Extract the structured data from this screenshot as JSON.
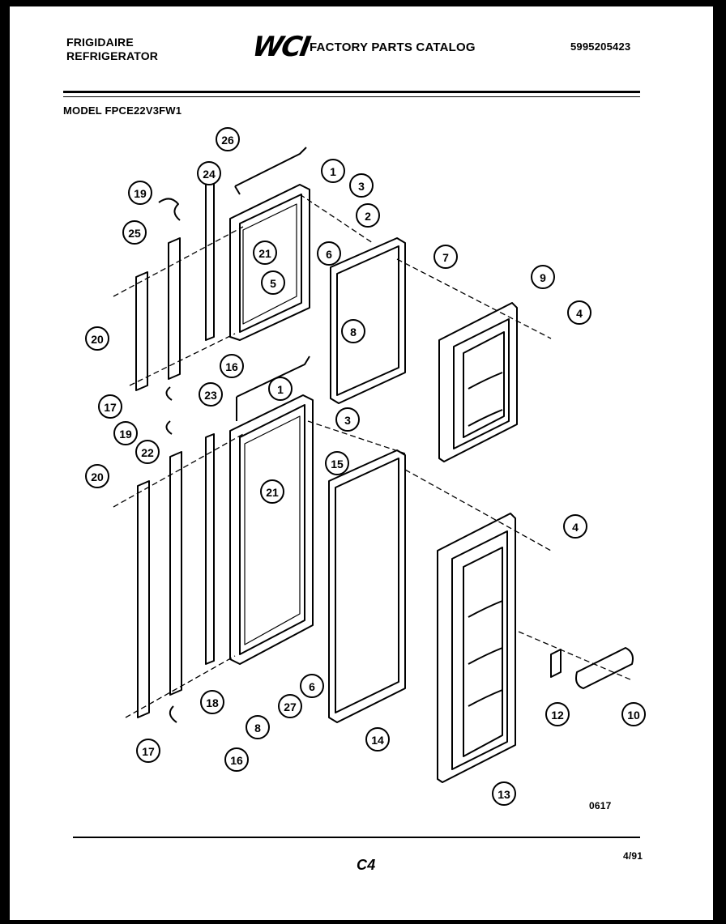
{
  "header": {
    "brand_line1": "FRIGIDAIRE",
    "brand_line2": "REFRIGERATOR",
    "logo_text": "WCI",
    "catalog_title": "FACTORY PARTS CATALOG",
    "part_number": "5995205423",
    "model": "MODEL FPCE22V3FW1"
  },
  "footer": {
    "figure_code": "0617",
    "page_code": "C4",
    "date": "4/91"
  },
  "callouts": [
    "26",
    "1",
    "24",
    "3",
    "19",
    "2",
    "25",
    "21",
    "6",
    "7",
    "5",
    "9",
    "20",
    "8",
    "4",
    "16",
    "1",
    "23",
    "17",
    "3",
    "19",
    "22",
    "15",
    "20",
    "21",
    "4",
    "18",
    "6",
    "12",
    "10",
    "8",
    "27",
    "14",
    "17",
    "16",
    "13"
  ]
}
